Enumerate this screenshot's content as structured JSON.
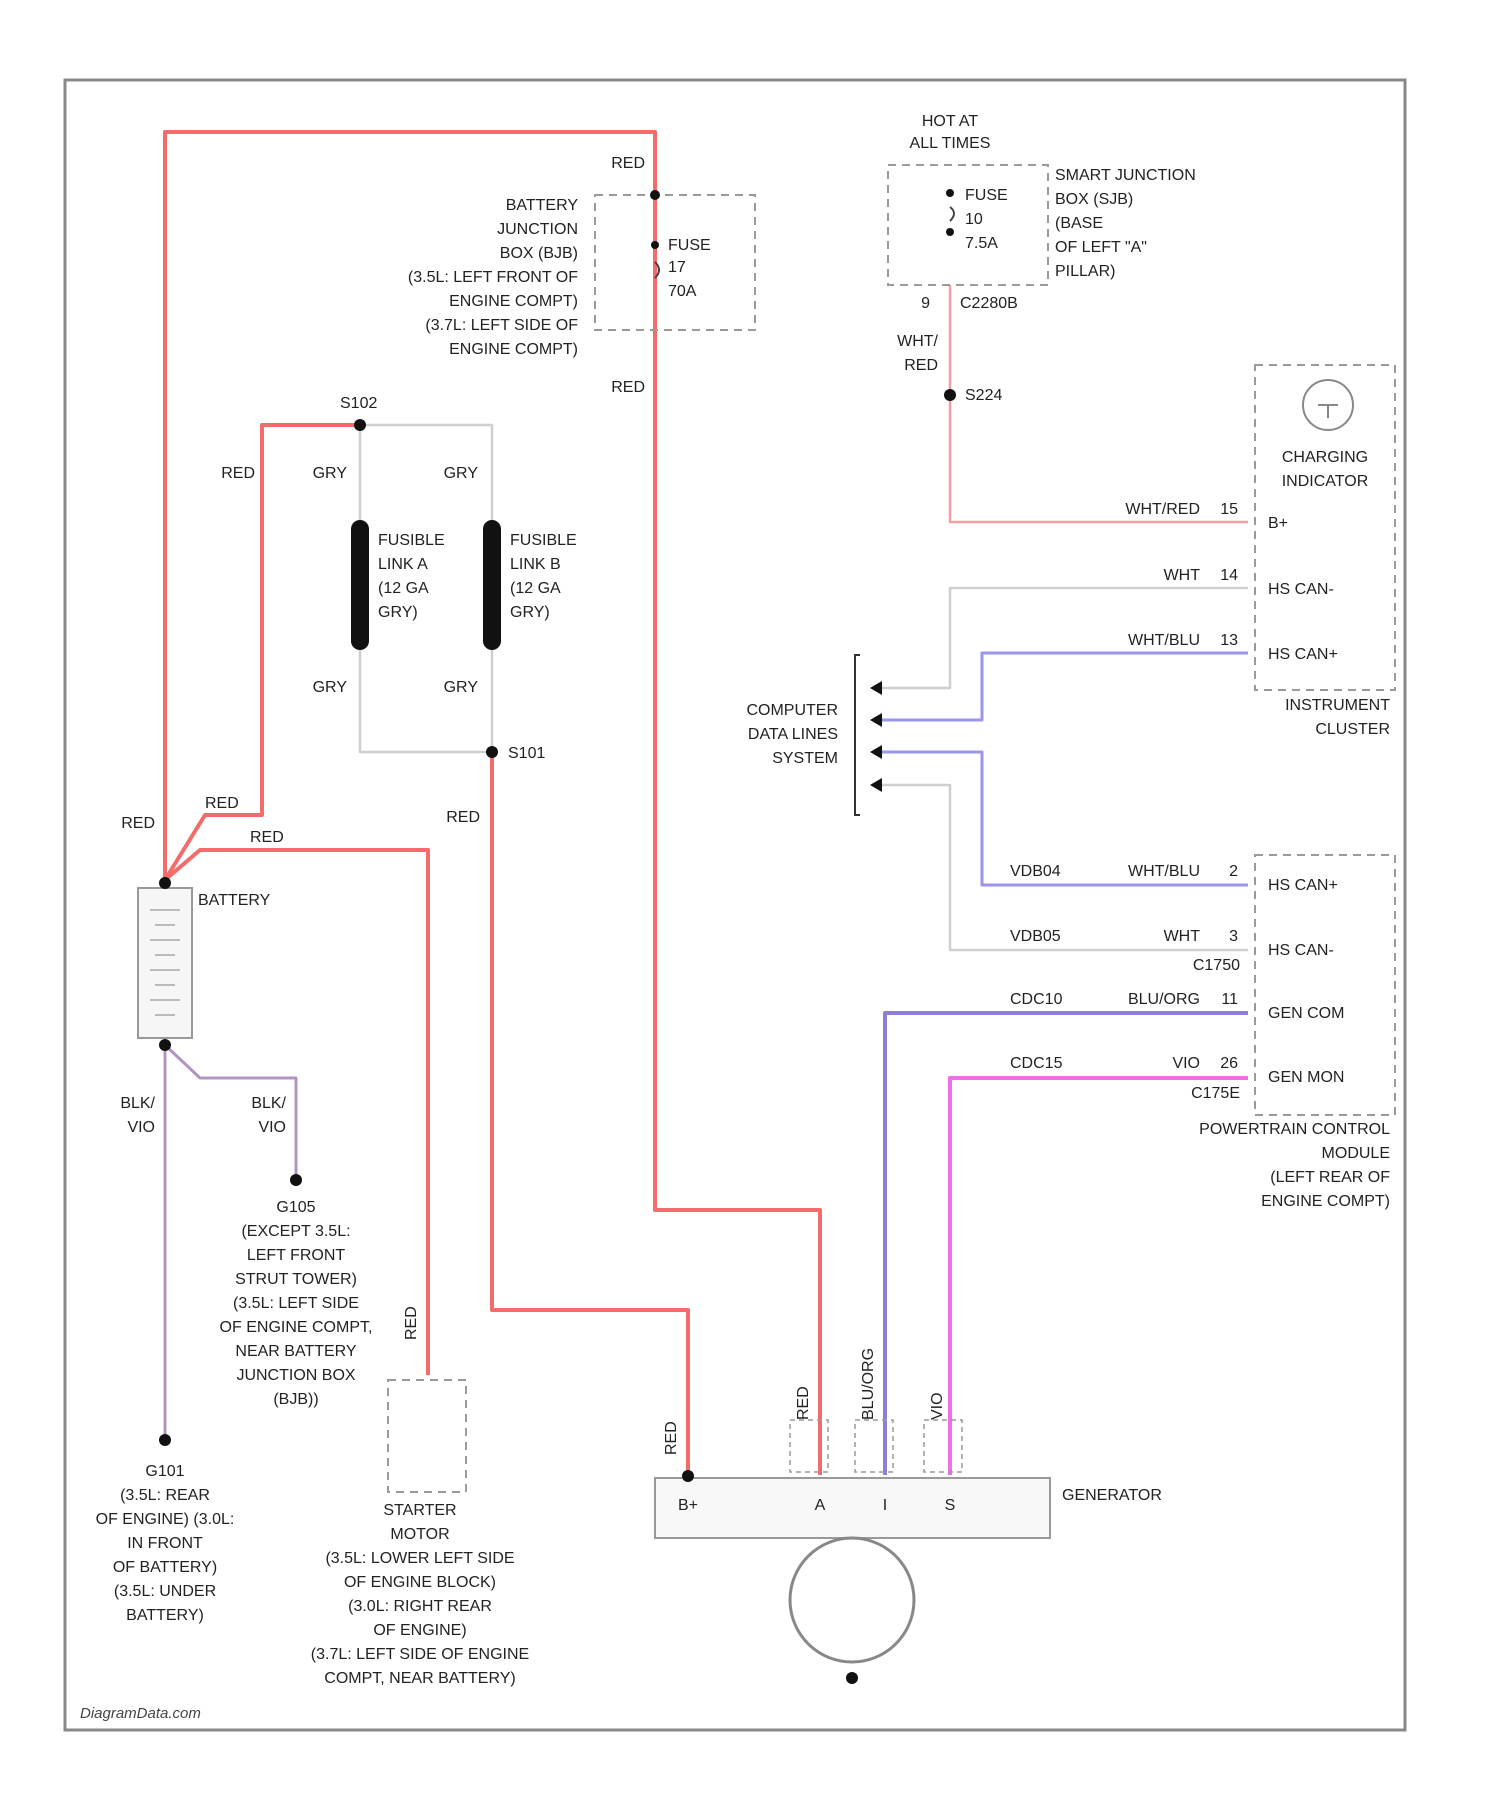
{
  "wire_colors": {
    "red": "#f36b6b",
    "violet": "#8c7fd6",
    "pink": "#f06ee8",
    "gray": "#cfcfcf",
    "blkvio": "#b294c2",
    "wht_red": "#f0a0a0",
    "blue": "#9a96e8"
  },
  "hot_at_all_times": [
    "HOT AT",
    "ALL TIMES"
  ],
  "battery_junction_box": [
    "BATTERY",
    "JUNCTION",
    "BOX (BJB)",
    "(3.5L: LEFT FRONT OF",
    "ENGINE COMPT)",
    "(3.7L: LEFT SIDE OF",
    "ENGINE COMPT)"
  ],
  "fuse_17": [
    "FUSE",
    "17",
    "70A"
  ],
  "smart_junction_box": [
    "SMART JUNCTION",
    "BOX (SJB)",
    "(BASE",
    "OF LEFT \"A\"",
    "PILLAR)"
  ],
  "fuse_10": [
    "FUSE",
    "10",
    "7.5A"
  ],
  "connector_c2280b": {
    "pin": "9",
    "name": "C2280B"
  },
  "wire_wht_red": [
    "WHT/",
    "RED"
  ],
  "splice_s224": "S224",
  "splice_s102": "S102",
  "splice_s101": "S101",
  "fusible_link_a": [
    "FUSIBLE",
    "LINK A",
    "(12 GA",
    "GRY)"
  ],
  "fusible_link_b": [
    "FUSIBLE",
    "LINK B",
    "(12 GA",
    "GRY)"
  ],
  "wire_gry": "GRY",
  "wire_red": "RED",
  "wire_blk_vio": [
    "BLK/",
    "VIO"
  ],
  "battery": "BATTERY",
  "g105": [
    "G105",
    "(EXCEPT 3.5L:",
    "LEFT FRONT",
    "STRUT TOWER)",
    "(3.5L: LEFT SIDE",
    "OF ENGINE COMPT,",
    "NEAR BATTERY",
    "JUNCTION BOX",
    "(BJB))"
  ],
  "g101": [
    "G101",
    "(3.5L: REAR",
    "OF ENGINE) (3.0L:",
    "IN FRONT",
    "OF BATTERY)",
    "(3.5L: UNDER",
    "BATTERY)"
  ],
  "starter_motor": [
    "STARTER",
    "MOTOR",
    "(3.5L: LOWER LEFT SIDE",
    "OF ENGINE BLOCK)",
    "(3.0L: RIGHT REAR",
    "OF ENGINE)",
    "(3.7L: LEFT SIDE OF ENGINE",
    "COMPT, NEAR BATTERY)"
  ],
  "charging_indicator": [
    "CHARGING",
    "INDICATOR"
  ],
  "instrument_cluster": {
    "label": [
      "INSTRUMENT",
      "CLUSTER"
    ],
    "pins": [
      {
        "wire": "WHT/RED",
        "pin": "15",
        "name": "B+"
      },
      {
        "wire": "WHT",
        "pin": "14",
        "name": "HS CAN-"
      },
      {
        "wire": "WHT/BLU",
        "pin": "13",
        "name": "HS CAN+"
      }
    ]
  },
  "computer_data_lines": [
    "COMPUTER",
    "DATA LINES",
    "SYSTEM"
  ],
  "pcm": {
    "label": [
      "POWERTRAIN CONTROL",
      "MODULE",
      "(LEFT REAR OF",
      "ENGINE COMPT)"
    ],
    "pins": [
      {
        "circuit": "VDB04",
        "wire": "WHT/BLU",
        "pin": "2",
        "name": "HS CAN+"
      },
      {
        "circuit": "VDB05",
        "wire": "WHT",
        "pin": "3",
        "name": "HS CAN-"
      },
      {
        "circuit": "CDC10",
        "wire": "BLU/ORG",
        "pin": "11",
        "name": "GEN COM"
      },
      {
        "circuit": "CDC15",
        "wire": "VIO",
        "pin": "26",
        "name": "GEN MON"
      }
    ],
    "connectors": [
      "C1750",
      "C175E"
    ]
  },
  "generator": {
    "label": "GENERATOR",
    "terminals": [
      "B+",
      "A",
      "I",
      "S"
    ],
    "wires": [
      "RED",
      "RED",
      "BLU/ORG",
      "VIO"
    ]
  },
  "watermark": "DiagramData.com"
}
